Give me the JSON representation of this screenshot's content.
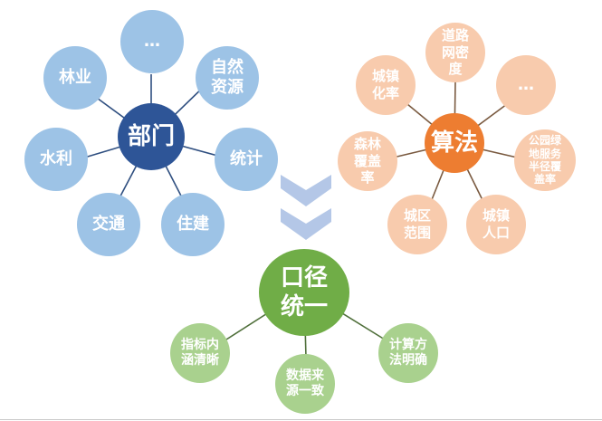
{
  "departments": {
    "hub": "部门",
    "items": [
      "…",
      "自然\n资源",
      "统计",
      "住建",
      "交通",
      "水利",
      "林业"
    ]
  },
  "algorithms": {
    "hub": "算法",
    "items": [
      "道路\n网密\n度",
      "…",
      "公园绿\n地服务\n半径覆\n盖率",
      "城镇\n人口",
      "城区\n范围",
      "森林\n覆盖\n率",
      "城镇\n化率"
    ]
  },
  "unified": {
    "hub": "口径\n统一",
    "items": [
      "指标内\n涵清晰",
      "数据来\n源一致",
      "计算方\n法明确"
    ]
  },
  "arrow": {
    "count": 2,
    "color": "#b4c7e7"
  },
  "colors": {
    "dept_hub": "#2e5597",
    "dept_node": "#9dc3e6",
    "algo_hub": "#ed7d31",
    "algo_node": "#f8cbad",
    "unify_hub": "#70ad47",
    "unify_node": "#a9d18e"
  }
}
